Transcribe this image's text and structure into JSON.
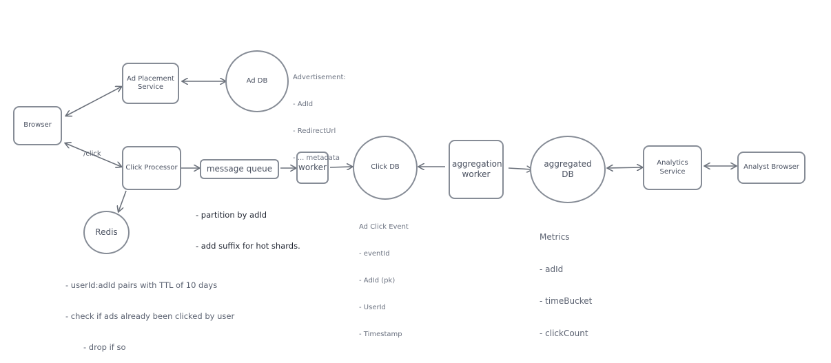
{
  "nodes": {
    "browser": "Browser",
    "ad_placement": "Ad Placement Service",
    "ad_db": "Ad DB",
    "click_processor": "Click Processor",
    "message_queue": "message queue",
    "worker": "worker",
    "click_db": "Click DB",
    "aggregation_worker": "aggregation worker",
    "aggregated_db": "aggregated DB",
    "analytics_service": "Analytics Service",
    "analyst_browser": "Analyst Browser",
    "redis": "Redis"
  },
  "edge_labels": {
    "click": "/click"
  },
  "notes": {
    "advertisement": {
      "title": "Advertisement:",
      "lines": [
        "- AdId",
        "- RedirectUrl",
        "- ... metadata"
      ]
    },
    "queue": {
      "lines": [
        "- partition by adId",
        "- add suffix for hot shards."
      ]
    },
    "click_event": {
      "title": "Ad Click Event",
      "lines": [
        "- eventId",
        "- AdId (pk)",
        "- UserId",
        "- Timestamp"
      ]
    },
    "metrics": {
      "title": "Metrics",
      "lines": [
        "- adId",
        "- timeBucket",
        "- clickCount"
      ]
    },
    "redis": {
      "lines": [
        "- userId:adId pairs with TTL of 10 days",
        "- check if ads already been clicked by user"
      ],
      "sub": "- drop if so"
    }
  },
  "colors": {
    "stroke": "#868c96",
    "text": "#495060"
  }
}
